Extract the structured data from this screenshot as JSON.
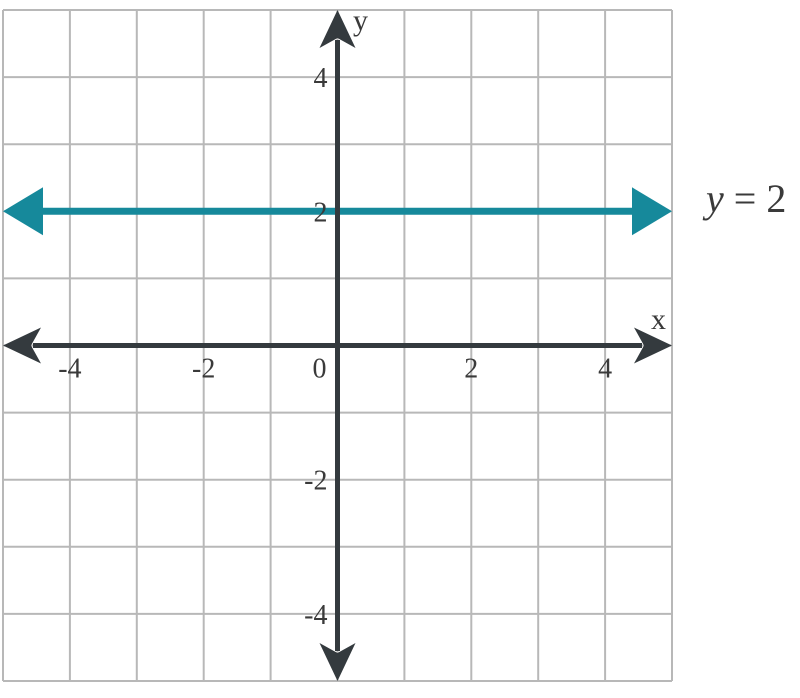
{
  "chart_data": {
    "type": "line",
    "xlim": [
      -5,
      5
    ],
    "ylim": [
      -5,
      5
    ],
    "grid": true,
    "grid_step": 1,
    "xlabel": "x",
    "ylabel": "y",
    "x_ticks": [
      {
        "value": -4,
        "label": "-4"
      },
      {
        "value": -2,
        "label": "-2"
      },
      {
        "value": 0,
        "label": "0"
      },
      {
        "value": 2,
        "label": "2"
      },
      {
        "value": 4,
        "label": "4"
      }
    ],
    "y_ticks": [
      {
        "value": 4,
        "label": "4"
      },
      {
        "value": 2,
        "label": "2"
      },
      {
        "value": -2,
        "label": "-2"
      },
      {
        "value": -4,
        "label": "-4"
      }
    ],
    "series": [
      {
        "kind": "horizontal-line",
        "y": 2,
        "x": [
          -5,
          5
        ],
        "arrows": "both",
        "color": "#16899b",
        "label": {
          "variable": "y",
          "rest": " = 2"
        }
      }
    ],
    "colors": {
      "grid": "#b8b8b8",
      "axis": "#343a3e",
      "text": "#3a3a3a"
    }
  }
}
